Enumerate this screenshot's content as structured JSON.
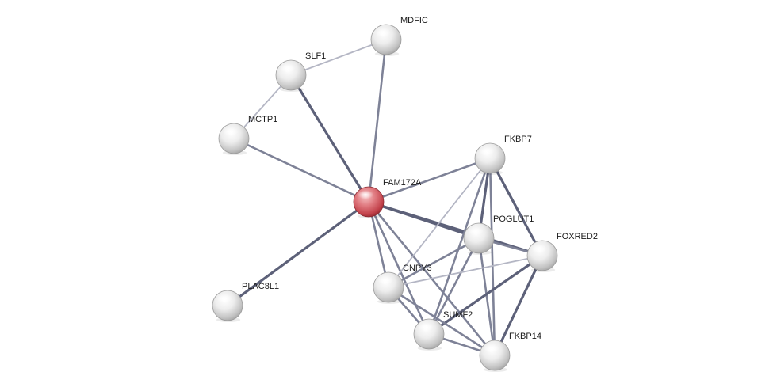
{
  "network": {
    "nodes": [
      {
        "id": "FAM172A",
        "label": "FAM172A",
        "query": true
      },
      {
        "id": "MDFIC",
        "label": "MDFIC",
        "query": false
      },
      {
        "id": "SLF1",
        "label": "SLF1",
        "query": false
      },
      {
        "id": "MCTP1",
        "label": "MCTP1",
        "query": false
      },
      {
        "id": "FKBP7",
        "label": "FKBP7",
        "query": false
      },
      {
        "id": "POGLUT1",
        "label": "POGLUT1",
        "query": false
      },
      {
        "id": "FOXRED2",
        "label": "FOXRED2",
        "query": false
      },
      {
        "id": "CNPY3",
        "label": "CNPY3",
        "query": false
      },
      {
        "id": "PLAC8L1",
        "label": "PLAC8L1",
        "query": false
      },
      {
        "id": "SUMF2",
        "label": "SUMF2",
        "query": false
      },
      {
        "id": "FKBP14",
        "label": "FKBP14",
        "query": false
      }
    ],
    "edges": [
      {
        "from": "SLF1",
        "to": "MDFIC",
        "strength": "weak"
      },
      {
        "from": "SLF1",
        "to": "MCTP1",
        "strength": "weak"
      },
      {
        "from": "FAM172A",
        "to": "MDFIC",
        "strength": "medium"
      },
      {
        "from": "FAM172A",
        "to": "SLF1",
        "strength": "strong"
      },
      {
        "from": "FAM172A",
        "to": "MCTP1",
        "strength": "medium"
      },
      {
        "from": "FAM172A",
        "to": "PLAC8L1",
        "strength": "strong"
      },
      {
        "from": "FAM172A",
        "to": "FKBP7",
        "strength": "medium"
      },
      {
        "from": "FAM172A",
        "to": "POGLUT1",
        "strength": "strong"
      },
      {
        "from": "FAM172A",
        "to": "FOXRED2",
        "strength": "strong"
      },
      {
        "from": "FAM172A",
        "to": "CNPY3",
        "strength": "medium"
      },
      {
        "from": "FAM172A",
        "to": "SUMF2",
        "strength": "medium"
      },
      {
        "from": "FAM172A",
        "to": "FKBP14",
        "strength": "medium"
      },
      {
        "from": "FKBP7",
        "to": "POGLUT1",
        "strength": "strong"
      },
      {
        "from": "FKBP7",
        "to": "FOXRED2",
        "strength": "strong"
      },
      {
        "from": "FKBP7",
        "to": "CNPY3",
        "strength": "weak"
      },
      {
        "from": "FKBP7",
        "to": "SUMF2",
        "strength": "medium"
      },
      {
        "from": "FKBP7",
        "to": "FKBP14",
        "strength": "medium"
      },
      {
        "from": "POGLUT1",
        "to": "FOXRED2",
        "strength": "medium"
      },
      {
        "from": "POGLUT1",
        "to": "CNPY3",
        "strength": "medium"
      },
      {
        "from": "POGLUT1",
        "to": "SUMF2",
        "strength": "medium"
      },
      {
        "from": "POGLUT1",
        "to": "FKBP14",
        "strength": "medium"
      },
      {
        "from": "FOXRED2",
        "to": "CNPY3",
        "strength": "weak"
      },
      {
        "from": "FOXRED2",
        "to": "SUMF2",
        "strength": "strong"
      },
      {
        "from": "FOXRED2",
        "to": "FKBP14",
        "strength": "strong"
      },
      {
        "from": "CNPY3",
        "to": "SUMF2",
        "strength": "medium"
      },
      {
        "from": "CNPY3",
        "to": "FKBP14",
        "strength": "medium"
      },
      {
        "from": "SUMF2",
        "to": "FKBP14",
        "strength": "medium"
      }
    ]
  },
  "colors": {
    "query_node": "#d0474f",
    "partner_node": "#d8d8d8",
    "edge_strong": "#5d6179",
    "edge_medium": "#7e8297",
    "edge_weak": "#b4b6c4"
  }
}
